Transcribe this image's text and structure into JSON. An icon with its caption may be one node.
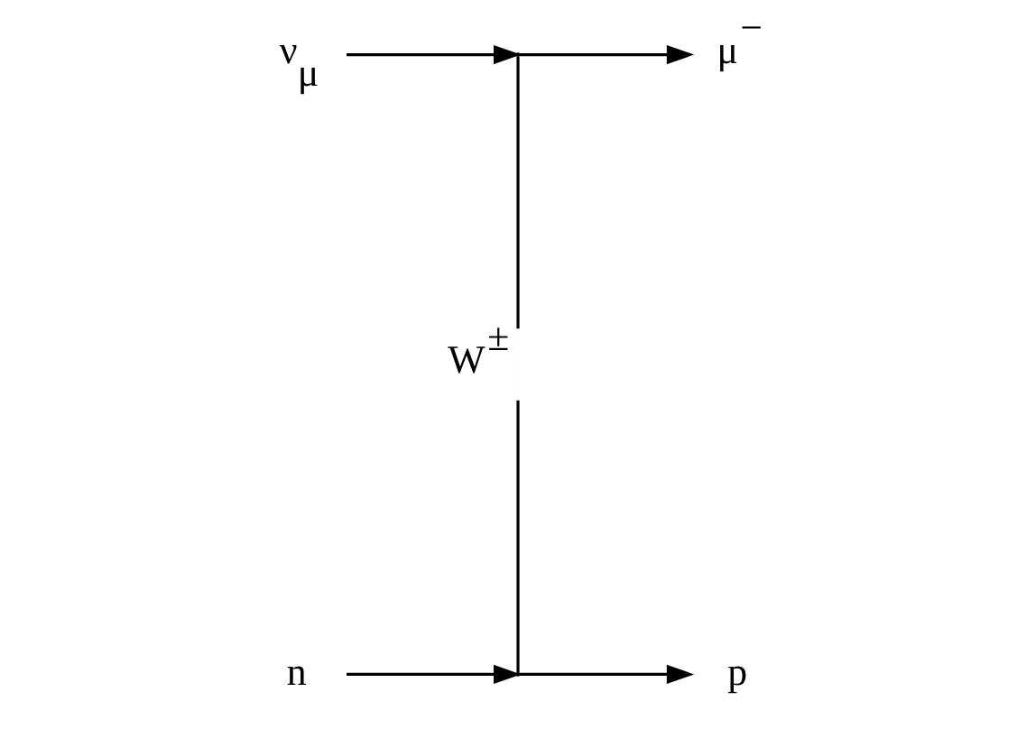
{
  "diagram": {
    "nodes": [
      {
        "text": [
          "ν$_{μ}$"
        ]
      },
      {
        "text": [
          "μ$^{−}$"
        ]
      },
      {
        "text": [],
        "shape": "point"
      },
      {
        "text": [],
        "shape": "point"
      },
      {
        "text": [
          "n"
        ]
      },
      {
        "text": [
          "p"
        ]
      }
    ],
    "edges": [
      {
        "from": 0,
        "to": 2,
        "arrow": "to"
      },
      {
        "from": 2,
        "to": 1,
        "arrow": "to"
      },
      {
        "from": 2,
        "to": 3,
        "arrow": "none",
        "label": "W$^{±}$"
      },
      {
        "from": 4,
        "to": 3,
        "arrow": "to"
      },
      {
        "from": 3,
        "to": 5,
        "arrow": "to"
      }
    ]
  }
}
